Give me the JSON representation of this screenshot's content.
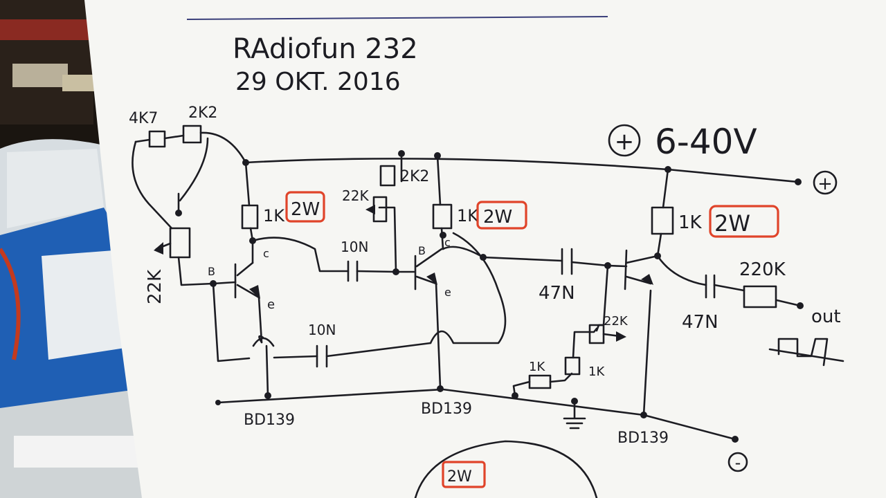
{
  "heading": {
    "author": "RAdiofun 232",
    "date": "29 OKT. 2016"
  },
  "supply": {
    "voltage": "6-40V",
    "plus_symbol": "+",
    "minus_symbol": "-"
  },
  "components": {
    "r_4k7": "4K7",
    "r_2k2_top": "2K2",
    "pot_22k_left": "22K",
    "r_1k_stage1": "1K",
    "rating_stage1": "2W",
    "pot_22k_mid": "22K",
    "r_2k2_mid": "2K2",
    "cap_10n_top": "10N",
    "r_1k_stage2": "1K",
    "rating_stage2": "2W",
    "cap_10n_bottom": "10N",
    "cap_47n_in": "47N",
    "pot_22k_right": "22K",
    "r_1k_a": "1K",
    "r_1k_b": "1K",
    "r_1k_stage3": "1K",
    "rating_stage3": "2W",
    "cap_47n_out": "47N",
    "r_220k": "220K",
    "out_label": "out",
    "bottom_rating": "2W"
  },
  "transistors": {
    "t1": "BD139",
    "t2": "BD139",
    "t3": "BD139",
    "pin_b": "B",
    "pin_c": "c",
    "pin_e": "e"
  }
}
